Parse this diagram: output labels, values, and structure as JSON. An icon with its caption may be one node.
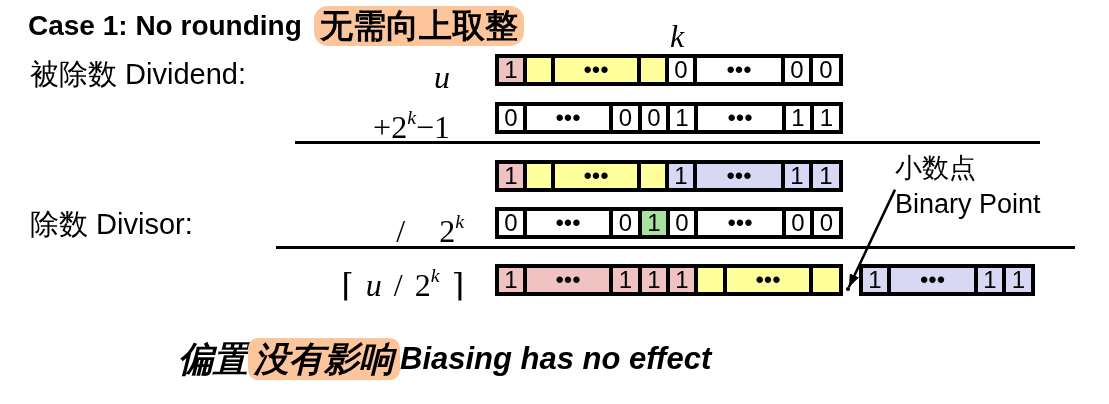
{
  "diagram": {
    "title": "Case 1: No rounding",
    "nodes": [
      {
        "text": [
          "无需向上取整"
        ]
      },
      {
        "text": [],
        "shape": "box"
      },
      {
        "text": [
          "1"
        ],
        "in": 1
      },
      {
        "text": [],
        "shape": "box",
        "in": 1
      },
      {
        "text": [
          "•••"
        ],
        "in": 1
      },
      {
        "text": [],
        "shape": "box",
        "in": 1
      },
      {
        "text": [
          "0"
        ],
        "in": 1
      },
      {
        "text": [
          "•••"
        ],
        "in": 1
      },
      {
        "text": [
          "0"
        ],
        "in": 1
      },
      {
        "text": [
          "0"
        ],
        "in": 1
      },
      {
        "text": [],
        "shape": "box"
      },
      {
        "text": [
          "0"
        ],
        "in": 10
      },
      {
        "text": [
          "•••"
        ],
        "in": 10
      },
      {
        "text": [
          "0"
        ],
        "in": 10
      },
      {
        "text": [
          "0"
        ],
        "in": 10
      },
      {
        "text": [
          "1"
        ],
        "in": 10
      },
      {
        "text": [
          "•••"
        ],
        "in": 10
      },
      {
        "text": [
          "1"
        ],
        "in": 10
      },
      {
        "text": [
          "1"
        ],
        "in": 10
      },
      {
        "text": [],
        "shape": "box"
      },
      {
        "text": [
          "1"
        ],
        "in": 19
      },
      {
        "text": [],
        "shape": "box",
        "in": 19
      },
      {
        "text": [
          "•••"
        ],
        "in": 19
      },
      {
        "text": [],
        "shape": "box",
        "in": 19
      },
      {
        "text": [
          "1"
        ],
        "in": 19
      },
      {
        "text": [
          "•••"
        ],
        "in": 19
      },
      {
        "text": [
          "1"
        ],
        "in": 19
      },
      {
        "text": [
          "1"
        ],
        "in": 19
      },
      {
        "text": [],
        "shape": "box"
      },
      {
        "text": [
          "0"
        ],
        "in": 28
      },
      {
        "text": [
          "•••"
        ],
        "in": 28
      },
      {
        "text": [
          "0"
        ],
        "in": 28
      },
      {
        "text": [
          "1"
        ],
        "in": 28
      },
      {
        "text": [
          "0"
        ],
        "in": 28
      },
      {
        "text": [
          "•••"
        ],
        "in": 28
      },
      {
        "text": [
          "0"
        ],
        "in": 28
      },
      {
        "text": [
          "0"
        ],
        "in": 28
      },
      {
        "text": [
          "小数点",
          "Binary Point"
        ]
      },
      {
        "text": [],
        "shape": "box"
      },
      {
        "text": [
          "1"
        ],
        "in": 38
      },
      {
        "text": [
          "•••"
        ],
        "in": 38
      },
      {
        "text": [
          "1"
        ],
        "in": 38
      },
      {
        "text": [
          "1"
        ],
        "in": 38
      },
      {
        "text": [
          "1"
        ],
        "in": 38
      },
      {
        "text": [],
        "shape": "box",
        "in": 38
      },
      {
        "text": [
          "•••"
        ],
        "in": 38
      },
      {
        "text": [],
        "shape": "box",
        "in": 38
      },
      {
        "text": [],
        "shape": "circle"
      },
      {
        "text": [],
        "shape": "box"
      },
      {
        "text": [
          "1"
        ],
        "in": 48
      },
      {
        "text": [
          "•••"
        ],
        "in": 48
      },
      {
        "text": [
          "1"
        ],
        "in": 48
      },
      {
        "text": [
          "1"
        ],
        "in": 48
      },
      {
        "text": [
          "没有影响"
        ]
      }
    ],
    "edges": [
      {
        "from": 37,
        "to": 47,
        "arrow": "to"
      }
    ],
    "labels": [
      "k",
      "被除数 Dividend:",
      "u",
      "+2$^{k}$−1",
      "除数 Divisor:",
      "/ 2$^{k}$",
      "⌈ *u* / 2$^{k}$ ⌉",
      "偏置",
      "Biasing has no effect"
    ]
  }
}
